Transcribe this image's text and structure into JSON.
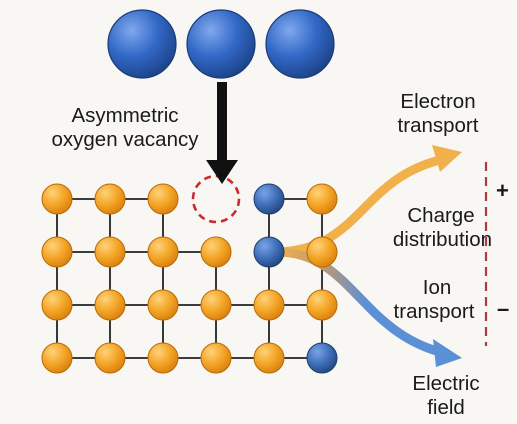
{
  "labels": {
    "vacancy": [
      "Asymmetric",
      "oxygen vacancy"
    ],
    "electron_transport": [
      "Electron",
      "transport"
    ],
    "charge_distribution": [
      "Charge",
      "distribution"
    ],
    "ion_transport": [
      "Ion",
      "transport"
    ],
    "electric_field": [
      "Electric",
      "field"
    ],
    "plus": "+",
    "minus": "–"
  },
  "colors": {
    "background": "#f8f7f3",
    "orange_atom": "#f0a020",
    "blue_atom": "#3f6fb8",
    "oxygen_atom": "#2e63c0",
    "electron_arrow": "#f2b04a",
    "ion_arrow": "#5b8fd6",
    "vacancy_ring": "#cc2a2a",
    "divider": "#b23a3a",
    "lattice_line": "#222222",
    "arrow": "#111111"
  },
  "lattice": {
    "rows": 4,
    "cols": 6,
    "vacancy": [
      0,
      3
    ],
    "blue_sites": [
      [
        0,
        4
      ],
      [
        1,
        4
      ],
      [
        3,
        5
      ]
    ],
    "missing_bonds": [
      [
        1,
        3,
        "down"
      ],
      [
        1,
        3,
        "right"
      ]
    ]
  },
  "oxygen_atoms": 3
}
